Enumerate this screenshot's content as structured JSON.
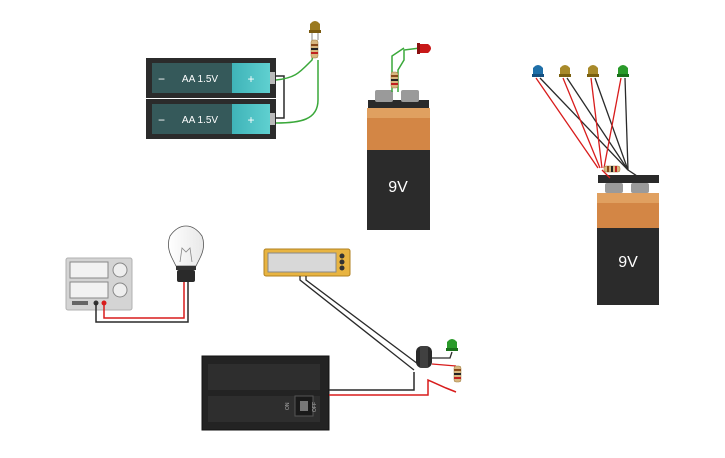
{
  "canvas": {
    "background": "#ffffff"
  },
  "components": {
    "aa_battery_label": "AA 1.5V",
    "aa_minus": "−",
    "aa_plus": "+",
    "nine_volt_label": "9V",
    "battery_pack_switch_on": "ON",
    "battery_pack_switch_off": "OFF"
  },
  "led_colors": {
    "red": "#c81818",
    "blue": "#1f6fa8",
    "yellow": "#a88a2a",
    "green": "#2a9a2a",
    "amber": "#9a7a20"
  },
  "wire_colors": {
    "red": "#d81c1c",
    "black": "#2a2a2a",
    "green": "#3aa83a"
  },
  "icons": [
    "aa-battery-icon",
    "9v-battery-icon",
    "led-icon",
    "resistor-icon",
    "light-bulb-icon",
    "power-supply-icon",
    "multimeter-icon",
    "capacitor-icon",
    "battery-pack-icon"
  ]
}
